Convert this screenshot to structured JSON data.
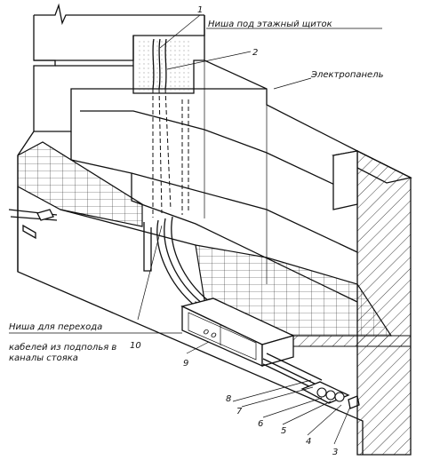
{
  "labels": {
    "niche_floor_panel": "Ниша под этажный щиток",
    "electropanel": "Электропанель",
    "niche_transition_1": "Ниша для перехода",
    "niche_transition_2": "кабелей из подполья в",
    "niche_transition_3": "каналы стояка"
  },
  "numbers": [
    "1",
    "2",
    "3",
    "4",
    "5",
    "6",
    "7",
    "8",
    "9",
    "10"
  ],
  "device_label": "о о"
}
